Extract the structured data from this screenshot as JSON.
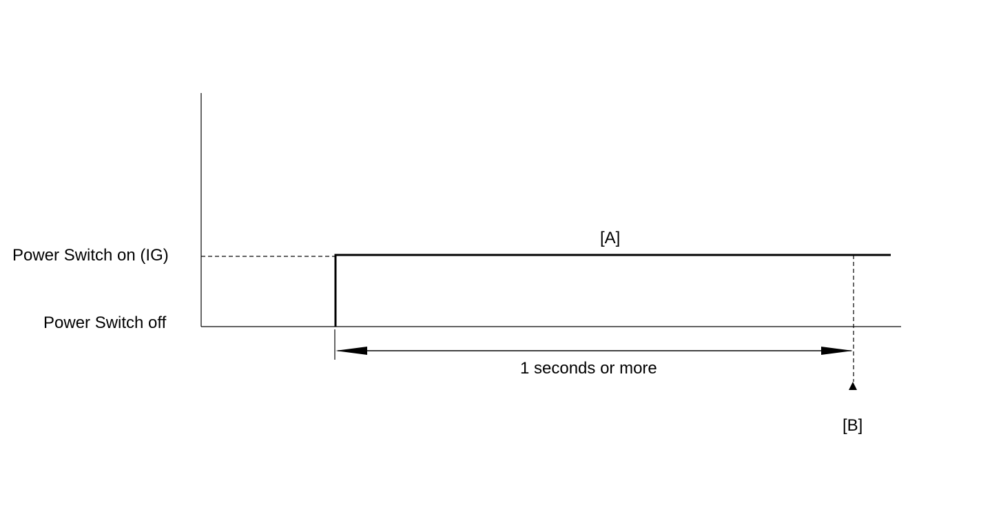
{
  "diagram": {
    "levels": {
      "on": "Power Switch on (IG)",
      "off": "Power Switch off"
    },
    "markers": {
      "a": "[A]",
      "b": "[B]"
    },
    "duration_label": "1 seconds or more",
    "colors": {
      "line": "#000000",
      "background": "#ffffff"
    }
  }
}
